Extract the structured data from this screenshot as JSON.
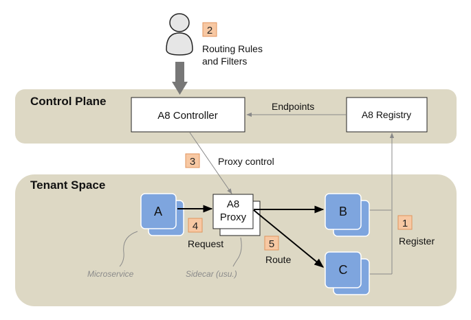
{
  "colors": {
    "plane_fill": "#ddd8c4",
    "step_badge": "#f7c8a3",
    "step_badge_border": "#e0935c",
    "service_fill": "#7ea5de",
    "service_edge": "#6b93cf",
    "user_fill": "#e6e6e6",
    "arrow_gray": "#8c8c8c",
    "arrow_dark": "#777777",
    "text": "#111111",
    "annotation": "#8a8a8a"
  },
  "user": {
    "icon": "person-icon",
    "step": "2",
    "label_line1": "Routing Rules",
    "label_line2": "and Filters"
  },
  "control_plane": {
    "title": "Control Plane",
    "controller": "A8 Controller",
    "registry": "A8 Registry",
    "endpoints_label": "Endpoints"
  },
  "proxy_control": {
    "step": "3",
    "label": "Proxy control"
  },
  "tenant_space": {
    "title": "Tenant Space",
    "service_a": "A",
    "service_b": "B",
    "service_c": "C",
    "proxy_line1": "A8",
    "proxy_line2": "Proxy",
    "request_step": "4",
    "request_label": "Request",
    "route_step": "5",
    "route_label": "Route",
    "register_step": "1",
    "register_label": "Register",
    "microservice_label": "Microservice",
    "sidecar_label": "Sidecar (usu.)"
  }
}
